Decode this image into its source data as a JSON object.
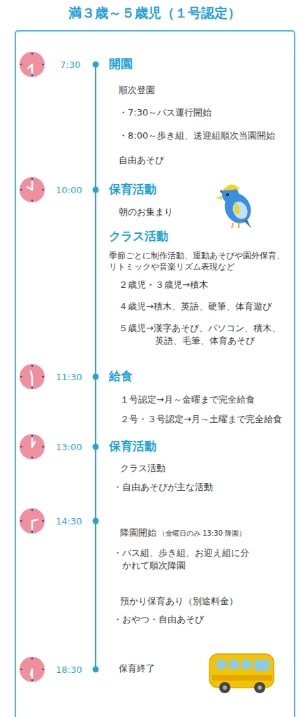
{
  "diagram": {
    "title": "満３歳～５歳児（１号認定）",
    "labels": [
      "7:30",
      "開園",
      "順次登園",
      "・7:30～バス運行開始",
      "・8:00～歩き組、送迎組順次当園開始",
      "自由あそび",
      "10:00",
      "保育活動",
      "朝のお集まり",
      "クラス活動",
      "季節ごとに制作活動、運動あそびや園外保育、リトミックや音楽リズム表現など",
      "２歳児・３歳児→積木",
      "４歳児→積木、英語、硬筆、体育遊び",
      "５歳児→漢字あそび、パソコン、積木、英語、毛筆、体育あそび",
      "11:30",
      "給食",
      "１号認定→月～金曜まで完全給食",
      "２号・３号認定→月～土曜まで完全給食",
      "13:00",
      "保育活動",
      "クラス活動",
      "・自由あそびが主な活動",
      "14:30",
      "降園開始",
      "（金曜日のみ 13:30 降園）",
      "・バス組、歩き組、お迎え組に分かれて順次降園",
      "預かり保育あり（別途料金）",
      "・おやつ・自由あそび",
      "18:30",
      "保育終了"
    ]
  }
}
